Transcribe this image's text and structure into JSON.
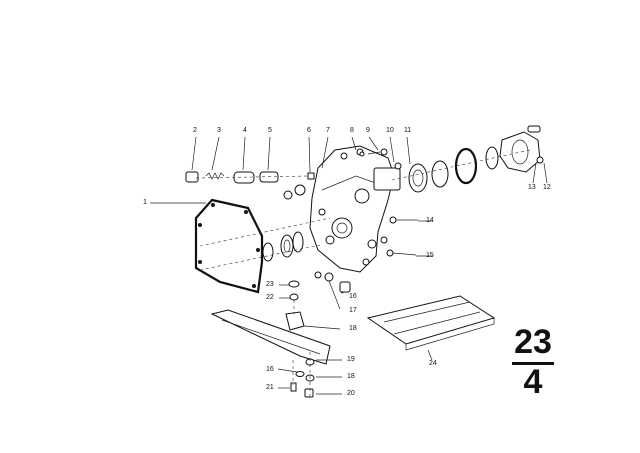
{
  "diagram": {
    "callouts": [
      {
        "id": "c1",
        "label": "1"
      },
      {
        "id": "c2",
        "label": "2"
      },
      {
        "id": "c3",
        "label": "3"
      },
      {
        "id": "c4",
        "label": "4"
      },
      {
        "id": "c5",
        "label": "5"
      },
      {
        "id": "c6",
        "label": "6"
      },
      {
        "id": "c7",
        "label": "7"
      },
      {
        "id": "c8",
        "label": "8"
      },
      {
        "id": "c9",
        "label": "9"
      },
      {
        "id": "c10",
        "label": "10"
      },
      {
        "id": "c11",
        "label": "11"
      },
      {
        "id": "c12",
        "label": "12"
      },
      {
        "id": "c13",
        "label": "13"
      },
      {
        "id": "c14",
        "label": "14"
      },
      {
        "id": "c15",
        "label": "15"
      },
      {
        "id": "c16a",
        "label": "16"
      },
      {
        "id": "c17",
        "label": "17"
      },
      {
        "id": "c18a",
        "label": "18"
      },
      {
        "id": "c23",
        "label": "23"
      },
      {
        "id": "c22",
        "label": "22"
      },
      {
        "id": "c24",
        "label": "24"
      },
      {
        "id": "c16b",
        "label": "16"
      },
      {
        "id": "c19",
        "label": "19"
      },
      {
        "id": "c18b",
        "label": "18"
      },
      {
        "id": "c21",
        "label": "21"
      },
      {
        "id": "c20",
        "label": "20"
      }
    ],
    "page_number": {
      "top": "23",
      "bottom": "4"
    }
  }
}
